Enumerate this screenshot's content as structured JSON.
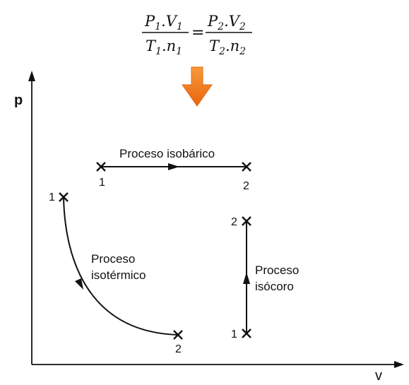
{
  "formula": {
    "left_numerator": {
      "main1": "P",
      "sub1": "1",
      "dot": ".",
      "main2": "V",
      "sub2": "1"
    },
    "left_denominator": {
      "main1": "T",
      "sub1": "1",
      "dot": ".",
      "main2": "n",
      "sub2": "1"
    },
    "equals": "=",
    "right_numerator": {
      "main1": "P",
      "sub1": "2",
      "dot": ".",
      "main2": "V",
      "sub2": "2"
    },
    "right_denominator": {
      "main1": "T",
      "sub1": "2",
      "dot": ".",
      "main2": "n",
      "sub2": "2"
    }
  },
  "arrow_color": "#f07a1a",
  "axes": {
    "y_label": "p",
    "x_label": "v"
  },
  "isobaric": {
    "label": "Proceso isobárico",
    "start": "1",
    "end": "2"
  },
  "isothermal": {
    "label_line1": "Proceso",
    "label_line2": "isotérmico",
    "start": "1",
    "end": "2"
  },
  "isochoric": {
    "label_line1": "Proceso",
    "label_line2": "isócoro",
    "start": "1",
    "end": "2"
  }
}
